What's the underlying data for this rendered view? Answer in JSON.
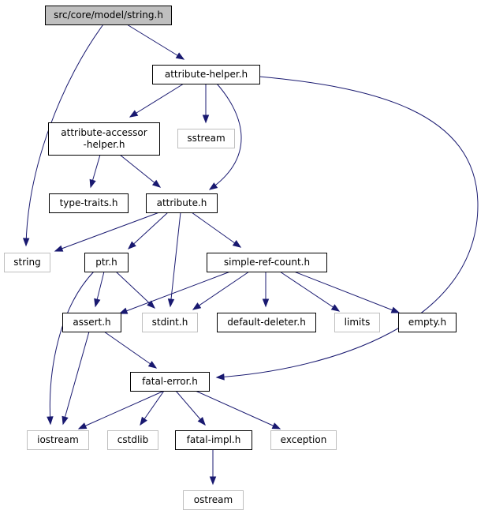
{
  "colors": {
    "edge": "#191970",
    "current_fill": "#bfbfbf",
    "external_border": "#bfbfbf",
    "primary_border": "#000000"
  },
  "nodes": [
    {
      "id": "string_h",
      "lines": [
        "src/core/model/string.h"
      ],
      "kind": "current"
    },
    {
      "id": "attribute_helper_h",
      "lines": [
        "attribute-helper.h"
      ],
      "kind": "primary"
    },
    {
      "id": "attribute_accessor_helper_h",
      "lines": [
        "attribute-accessor",
        "-helper.h"
      ],
      "kind": "primary"
    },
    {
      "id": "sstream",
      "lines": [
        "sstream"
      ],
      "kind": "external"
    },
    {
      "id": "type_traits_h",
      "lines": [
        "type-traits.h"
      ],
      "kind": "primary"
    },
    {
      "id": "attribute_h",
      "lines": [
        "attribute.h"
      ],
      "kind": "primary"
    },
    {
      "id": "string",
      "lines": [
        "string"
      ],
      "kind": "external"
    },
    {
      "id": "ptr_h",
      "lines": [
        "ptr.h"
      ],
      "kind": "primary"
    },
    {
      "id": "simple_ref_count_h",
      "lines": [
        "simple-ref-count.h"
      ],
      "kind": "primary"
    },
    {
      "id": "assert_h",
      "lines": [
        "assert.h"
      ],
      "kind": "primary"
    },
    {
      "id": "stdint_h",
      "lines": [
        "stdint.h"
      ],
      "kind": "external"
    },
    {
      "id": "default_deleter_h",
      "lines": [
        "default-deleter.h"
      ],
      "kind": "primary"
    },
    {
      "id": "limits",
      "lines": [
        "limits"
      ],
      "kind": "external"
    },
    {
      "id": "empty_h",
      "lines": [
        "empty.h"
      ],
      "kind": "primary"
    },
    {
      "id": "fatal_error_h",
      "lines": [
        "fatal-error.h"
      ],
      "kind": "primary"
    },
    {
      "id": "iostream",
      "lines": [
        "iostream"
      ],
      "kind": "external"
    },
    {
      "id": "cstdlib",
      "lines": [
        "cstdlib"
      ],
      "kind": "external"
    },
    {
      "id": "fatal_impl_h",
      "lines": [
        "fatal-impl.h"
      ],
      "kind": "primary"
    },
    {
      "id": "exception",
      "lines": [
        "exception"
      ],
      "kind": "external"
    },
    {
      "id": "ostream",
      "lines": [
        "ostream"
      ],
      "kind": "external"
    }
  ],
  "edges": [
    {
      "from": "string_h",
      "to": "attribute_helper_h"
    },
    {
      "from": "string_h",
      "to": "string"
    },
    {
      "from": "attribute_helper_h",
      "to": "attribute_accessor_helper_h"
    },
    {
      "from": "attribute_helper_h",
      "to": "sstream"
    },
    {
      "from": "attribute_helper_h",
      "to": "attribute_h"
    },
    {
      "from": "attribute_helper_h",
      "to": "fatal_error_h"
    },
    {
      "from": "attribute_accessor_helper_h",
      "to": "type_traits_h"
    },
    {
      "from": "attribute_accessor_helper_h",
      "to": "attribute_h"
    },
    {
      "from": "attribute_h",
      "to": "string"
    },
    {
      "from": "attribute_h",
      "to": "ptr_h"
    },
    {
      "from": "attribute_h",
      "to": "stdint_h"
    },
    {
      "from": "attribute_h",
      "to": "simple_ref_count_h"
    },
    {
      "from": "ptr_h",
      "to": "assert_h"
    },
    {
      "from": "ptr_h",
      "to": "stdint_h"
    },
    {
      "from": "ptr_h",
      "to": "iostream"
    },
    {
      "from": "simple_ref_count_h",
      "to": "assert_h"
    },
    {
      "from": "simple_ref_count_h",
      "to": "stdint_h"
    },
    {
      "from": "simple_ref_count_h",
      "to": "default_deleter_h"
    },
    {
      "from": "simple_ref_count_h",
      "to": "limits"
    },
    {
      "from": "simple_ref_count_h",
      "to": "empty_h"
    },
    {
      "from": "assert_h",
      "to": "iostream"
    },
    {
      "from": "assert_h",
      "to": "fatal_error_h"
    },
    {
      "from": "fatal_error_h",
      "to": "iostream"
    },
    {
      "from": "fatal_error_h",
      "to": "cstdlib"
    },
    {
      "from": "fatal_error_h",
      "to": "fatal_impl_h"
    },
    {
      "from": "fatal_error_h",
      "to": "exception"
    },
    {
      "from": "fatal_impl_h",
      "to": "ostream"
    }
  ]
}
